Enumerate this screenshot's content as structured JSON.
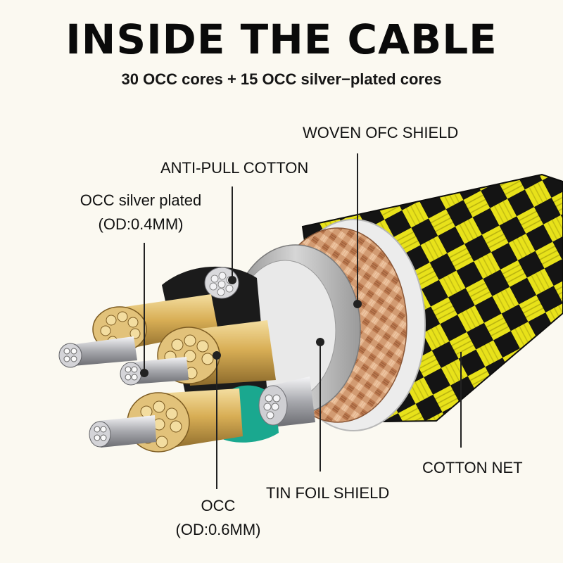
{
  "title": "INSIDE THE CABLE",
  "subtitle": "30 OCC cores + 15 OCC silver−plated cores",
  "labels": {
    "woven_shield": "WOVEN OFC SHIELD",
    "anti_pull": "ANTI-PULL COTTON",
    "silver_line1": "OCC silver plated",
    "silver_line2": "(OD:0.4MM)",
    "cotton_net": "COTTON NET",
    "tin_foil": "TIN FOIL SHIELD",
    "occ_line1": "OCC",
    "occ_line2": "(OD:0.6MM)"
  },
  "colors": {
    "braid_yellow": "#e8e21a",
    "braid_black": "#141414",
    "copper": "#c98a5a",
    "gold": "#d9b15a",
    "silver": "#c9c9cd",
    "teal": "#1aa88f"
  }
}
